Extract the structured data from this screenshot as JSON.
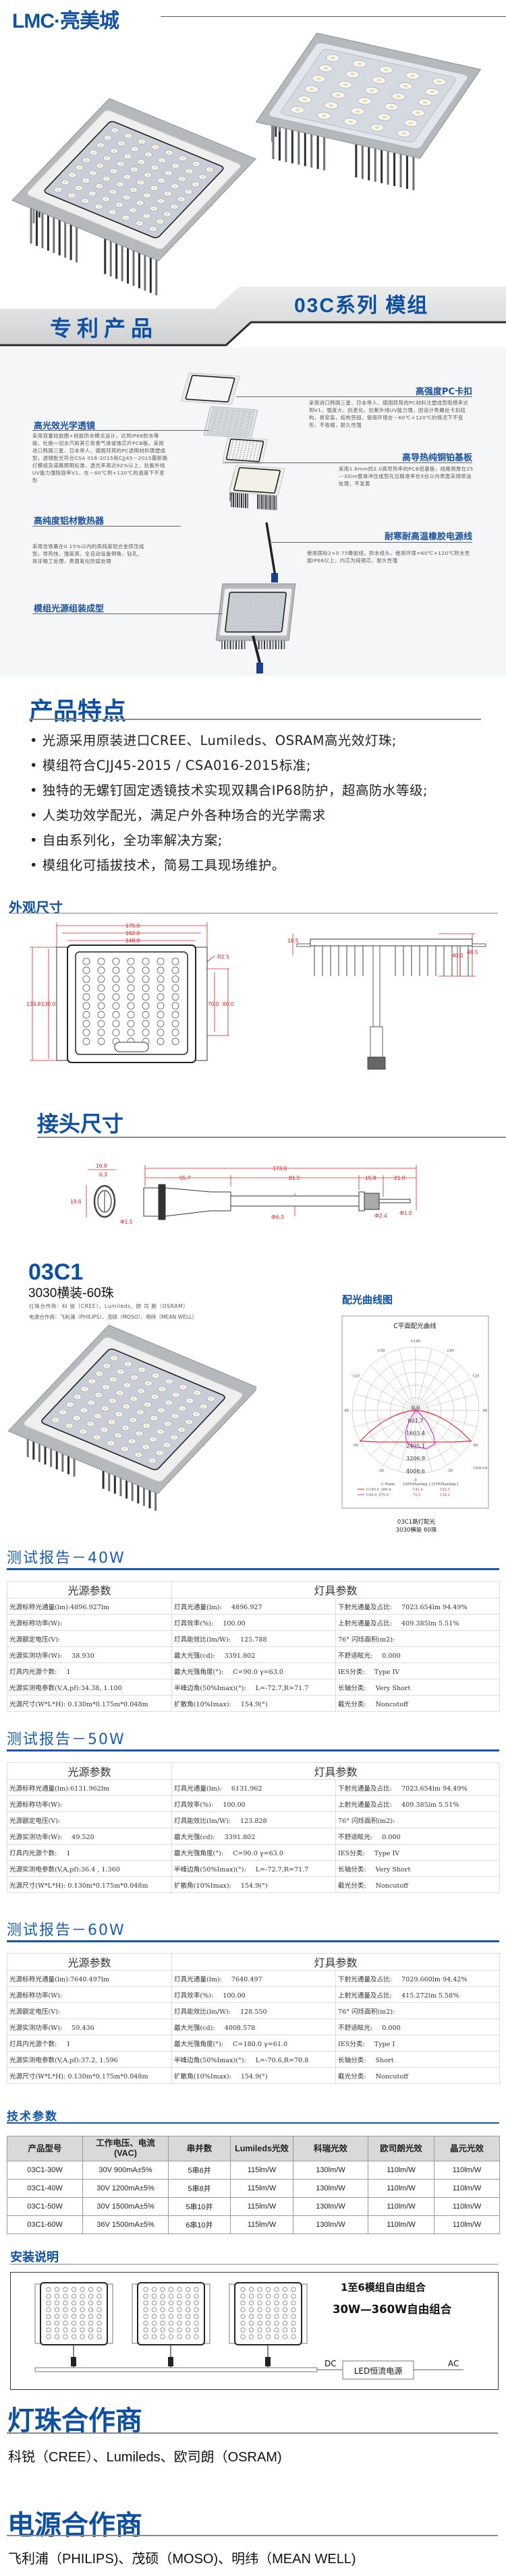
{
  "header": {
    "logo_text": "LMC·亮美城"
  },
  "banner": {
    "series_title": "03C系列  模组",
    "section_title": "专利产品"
  },
  "diagram": {
    "features": [
      {
        "title": "高强度PC卡扣",
        "desc": "采用进口韩国三星、日本帝人、德国拜耳的PC材料注塑成型阻燃率达到V1，强度大、抗老化、抗紫外线UV能力强，因设计免螺丝卡扣结构，易安装，结构劳固，使用环境在－60℃+120℃的情况下不变形，不收缩，耐久性强"
      },
      {
        "title": "高光效光学透镜",
        "desc": "采用双重硅胶圈+硅胶防水模式设计，达到IP68防水等级，杜绝一切水汽和其它有害气体侵蚀芯片PCB板。采用进口韩国三星、日本帝人、德国拜耳的PC透明材料铸塑成型，透镜配光符合CSA 016-2015和CJJ45－2015最新路灯模组及道路照明标准，透光率高达92%以上，抗紫外线UV能力强阻烧率V1，在－60℃到+120℃的温度下不变形"
      },
      {
        "title": "高导热纯铜铂基板",
        "desc": "采用1.6mm的2.0高导热率的PCB铝基板，线路铜厚在25—35im整体冲压成型孔位精准率在5丝以内表面采用喷油处理，不发黄"
      },
      {
        "title": "高纯度铝材散热器",
        "desc": "采用含铁量在0.15%以内的高纯度铝合金挤压成型，导热快、强度高、全自动设备倒角、钻孔、攻牙精工处理，表面氧化防腐处理"
      },
      {
        "title": "耐寒耐高温橡胶电源线",
        "desc": "使用国标2×0.75橡胶线，防水线头，使用环境=60℃+120℃防水性能IP66以上，内芯为纯铜芯，耐久性强"
      }
    ],
    "assembled_label": "模组光源组装成型"
  },
  "features": {
    "title": "产品特点",
    "items": [
      "• 光源采用原装进口CREE、Lumileds、OSRAM高光效灯珠;",
      "• 模组符合CJJ45-2015   /   CSA016-2015标准;",
      "• 独特的无螺钉固定透镜技术实现双耦合IP68防护，超高防水等级;",
      "• 人类功效学配光，满足户外各种场合的光学需求",
      "• 自由系列化，全功率解决方案;",
      "• 模组化可插拔技术，简易工具现场维护。"
    ]
  },
  "dimensions": {
    "title": "外观尺寸",
    "labels": {
      "w1": "175.0",
      "w2": "162.0",
      "w3": "148.8",
      "h1": "133.8",
      "h2": "130.0",
      "r": "R2.5",
      "m1": "70.0",
      "m2": "80.0",
      "s1": "18.5",
      "s2": "40.0",
      "s3": "48.5"
    }
  },
  "connector": {
    "title": "接头尺寸",
    "labels": {
      "a": "16.9",
      "b": "6.3",
      "c": "19.6",
      "d": "Φ1.5",
      "total": "173.0",
      "l1": "55.7",
      "l2": "81.5",
      "l3": "15.8",
      "l4": "21.0",
      "e": "Φ6.3",
      "f": "Φ2.4",
      "g": "Φ1.0"
    }
  },
  "product": {
    "model": "03C1",
    "subtitle": "3030横装-60珠",
    "led_partners": "灯珠合作商：科 锐（CREE）、Lumileds、欧 司 朗（OSRAM）",
    "power_partners": "电源合作商：飞利浦（PHILIPS）、茂硕（MOSO）、明纬（MEAN WELL）"
  },
  "photometric": {
    "title": "配光曲线图",
    "caption1": "03C1路灯配光",
    "caption2": "3030横装 60珠",
    "chart_data": {
      "type": "polar",
      "title": "C平面配光曲线",
      "unit": "Unit:cd",
      "angle_labels": [
        "±180",
        "150",
        "120",
        "90",
        "60",
        "30",
        "0",
        "-30",
        "-60",
        "-90",
        "-120",
        "-150"
      ],
      "radial_labels": [
        "0.0",
        "801.7",
        "1603.4",
        "2405.1",
        "3206.9",
        "4008.6"
      ],
      "rmax": 4008.6,
      "legend_header": [
        "C Plane",
        "[50%MaxAng.]",
        "[10%MaxAng.]"
      ],
      "series": [
        {
          "name": "C180.0_360.0:",
          "half50": "141.4",
          "half10": "152.3",
          "color": "#e0201e",
          "gamma": [
            -90,
            -85,
            -80,
            -75,
            -70,
            -65,
            -61,
            -50,
            -40,
            -30,
            -20,
            -10,
            0,
            10,
            20,
            30,
            40,
            50,
            61,
            65,
            70,
            75,
            80,
            85,
            90
          ],
          "cd": [
            0,
            400,
            900,
            1500,
            2300,
            3200,
            4008,
            3110,
            2610,
            2310,
            2130,
            2030,
            2000,
            2030,
            2130,
            2310,
            2610,
            3110,
            4008,
            3200,
            2300,
            1500,
            900,
            400,
            0
          ]
        },
        {
          "name": "C90.0_270.0 :",
          "half50": "72.0",
          "half10": "134.2",
          "color": "#e020e0",
          "gamma": [
            -90,
            -31,
            -24,
            -16,
            -4,
            16,
            30,
            36,
            45,
            56,
            90
          ],
          "cd": [
            0,
            830,
            1570,
            2085,
            2290,
            2535,
            2460,
            1945,
            1010,
            257,
            0
          ]
        }
      ]
    }
  },
  "reports": [
    {
      "title": "测试报告－40W",
      "headers": [
        "光源参数",
        "灯具参数"
      ],
      "rows": [
        [
          [
            "光源标称光通量(lm):4896.927lm",
            ""
          ],
          [
            "灯具光通量(lm):",
            "4896.927"
          ],
          [
            "下射光通量及占比:",
            "7023.654lm 94.49%"
          ]
        ],
        [
          [
            "光源标称功率(W):",
            ""
          ],
          [
            "灯具效率(%):",
            "100.00"
          ],
          [
            "上射光通量及占比:",
            "409.385lm 5.51%"
          ]
        ],
        [
          [
            "光源额定电压(V):",
            ""
          ],
          [
            "灯具能效比(lm/W):",
            "125.788"
          ],
          [
            "76° 闪烁面积(m2):",
            ""
          ]
        ],
        [
          [
            "光源实测功率(W):",
            "38.930"
          ],
          [
            "最大光强(cd):",
            "3391.802"
          ],
          [
            "不舒适眩光:",
            "0.000"
          ]
        ],
        [
          [
            "灯具内光源个数:",
            "1"
          ],
          [
            "最大光强角度(°):",
            "C=90.0  γ=63.0"
          ],
          [
            "IES分类:",
            "Type IV"
          ]
        ],
        [
          [
            "光源实测电参数(V,A,pf):34.38, 1.100",
            ""
          ],
          [
            "半峰边角(50%Imax)(°):",
            "L=-72.7,R=71.7"
          ],
          [
            "长轴分类:",
            "Very Short"
          ]
        ],
        [
          [
            "光源尺寸(W*L*H): 0.130m*0.175m*0.048m",
            ""
          ],
          [
            "扩散角(10%Imax):",
            "154.9(°)"
          ],
          [
            "截光分类:",
            "Noncutoff"
          ]
        ]
      ]
    },
    {
      "title": "测试报告－50W",
      "headers": [
        "光源参数",
        "灯具参数"
      ],
      "rows": [
        [
          [
            "光源标称光通量(lm):6131.962lm",
            ""
          ],
          [
            "灯具光通量(lm):",
            "6131.962"
          ],
          [
            "下射光通量及占比:",
            "7023.654lm 94.49%"
          ]
        ],
        [
          [
            "光源标称功率(W):",
            ""
          ],
          [
            "灯具效率(%):",
            "100.00"
          ],
          [
            "上射光通量及占比:",
            "409.385lm 5.51%"
          ]
        ],
        [
          [
            "光源额定电压(V):",
            ""
          ],
          [
            "灯具能效比(lm/W):",
            "123.828"
          ],
          [
            "76° 闪烁面积(m2):",
            ""
          ]
        ],
        [
          [
            "光源实测功率(W):",
            "49.520"
          ],
          [
            "最大光强(cd):",
            "3391.802"
          ],
          [
            "不舒适眩光:",
            "0.000"
          ]
        ],
        [
          [
            "灯具内光源个数:",
            "1"
          ],
          [
            "最大光强角度(°):",
            "C=90.0  γ=63.0"
          ],
          [
            "IES分类:",
            "Type IV"
          ]
        ],
        [
          [
            "光源实测电参数(V,A,pf):36.4 , 1.360",
            ""
          ],
          [
            "半峰边角(50%Imax)(°):",
            "L=-72.7,R=71.7"
          ],
          [
            "长轴分类:",
            "Very Short"
          ]
        ],
        [
          [
            "光源尺寸(W*L*H): 0.130m*0.175m*0.048m",
            ""
          ],
          [
            "扩散角(10%Imax):",
            "154.9(°)"
          ],
          [
            "截光分类:",
            "Noncutoff"
          ]
        ]
      ]
    },
    {
      "title": "测试报告－60W",
      "headers": [
        "光源参数",
        "灯具参数"
      ],
      "rows": [
        [
          [
            "光源标称光通量(lm):7640.497lm",
            ""
          ],
          [
            "灯具光通量(lm):",
            "7640.497"
          ],
          [
            "下射光通量及占比:",
            "7029.660lm 94.42%"
          ]
        ],
        [
          [
            "光源标称功率(W):",
            ""
          ],
          [
            "灯具效率(%):",
            "100.00"
          ],
          [
            "上射光通量及占比:",
            "415.272lm 5.58%"
          ]
        ],
        [
          [
            "光源额定电压(V):",
            ""
          ],
          [
            "灯具能效比(lm/W):",
            "128.550"
          ],
          [
            "76° 闪烁面积(m2):",
            ""
          ]
        ],
        [
          [
            "光源实测功率(W):",
            "59.436"
          ],
          [
            "最大光强(cd):",
            "4008.578"
          ],
          [
            "不舒适眩光:",
            "0.000"
          ]
        ],
        [
          [
            "灯具内光源个数:",
            "1"
          ],
          [
            "最大光强角度(°):",
            "C=180.0  γ=61.0"
          ],
          [
            "IES分类:",
            "Type I"
          ]
        ],
        [
          [
            "光源实测电参数(V,A,pf):37.2, 1.596",
            ""
          ],
          [
            "半峰边角(50%Imax)(°):",
            "L=-70.6,R=70.8"
          ],
          [
            "长轴分类:",
            "Short"
          ]
        ],
        [
          [
            "光源尺寸(W*L*H): 0.130m*0.175m*0.048m",
            ""
          ],
          [
            "扩散角(10%Imax):",
            "154.9(°)"
          ],
          [
            "截光分类:",
            "Noncutoff"
          ]
        ]
      ]
    }
  ],
  "tech_params": {
    "title": "技术参数",
    "headers": [
      "产品型号",
      "工作电压、电流\n(VAC)",
      "串并数",
      "Lumileds光效",
      "科瑞光效",
      "欧司朗光效",
      "晶元光效"
    ],
    "rows": [
      [
        "03C1-30W",
        "30V  900mA±5%",
        "5串6并",
        "115lm/W",
        "130lm/W",
        "110lm/W",
        "110lm/W"
      ],
      [
        "03C1-40W",
        "30V  1200mA±5%",
        "5串8并",
        "115lm/W",
        "130lm/W",
        "110lm/W",
        "110lm/W"
      ],
      [
        "03C1-50W",
        "30V  1500mA±5%",
        "5串10并",
        "115lm/W",
        "130lm/W",
        "110lm/W",
        "110lm/W"
      ],
      [
        "03C1-60W",
        "36V  1500mA±5%",
        "6串10并",
        "115lm/W",
        "130lm/W",
        "110lm/W",
        "110lm/W"
      ]
    ]
  },
  "install": {
    "title": "安装说明",
    "line1": "1至6模组自由组合",
    "line2": "30W—360W自由组合",
    "dc": "DC",
    "ac": "AC",
    "psu": "LED恒流电源"
  },
  "partners": {
    "led_title": "灯珠合作商",
    "led_text": "科锐（CREE）、Lumileds、欧司朗（OSRAM)",
    "power_title": "电源合作商",
    "power_text": "飞利浦（PHILIPS)、茂硕（MOSO)、明纬（MEAN WELL)"
  },
  "colors": {
    "brand_blue": "#0d4fa0",
    "report_blue": "#1557a5",
    "dimension_red": "#d22222"
  }
}
